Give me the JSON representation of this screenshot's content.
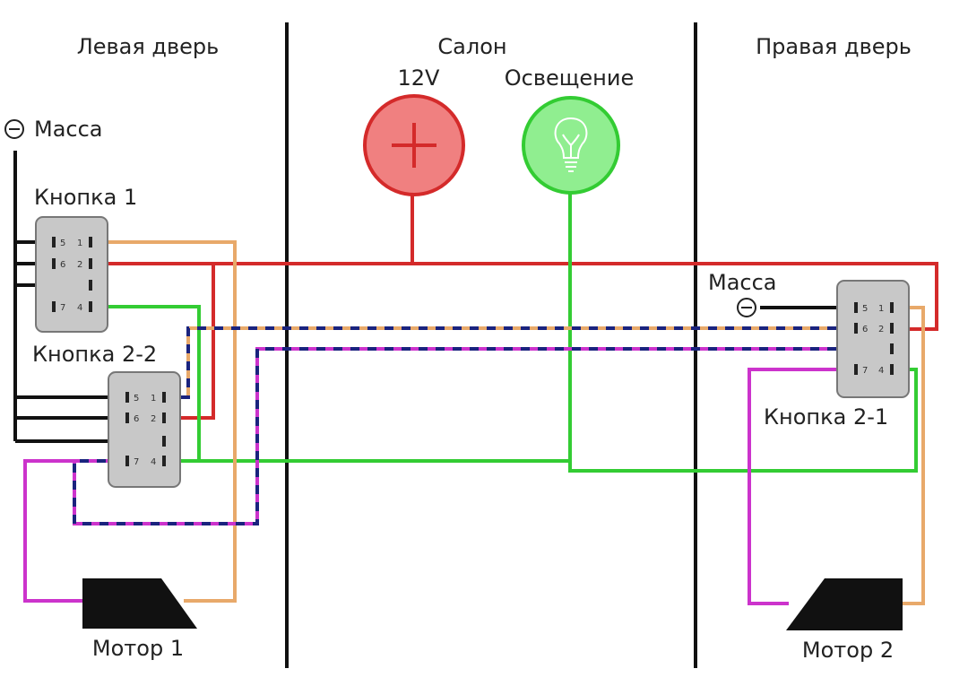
{
  "sections": {
    "left": "Левая дверь",
    "center": "Салон",
    "right": "Правая дверь"
  },
  "power": {
    "label": "12V",
    "symbol": "+"
  },
  "light": {
    "label": "Освещение"
  },
  "ground": {
    "left_label": "Масса",
    "right_label": "Масса",
    "symbol": "−"
  },
  "buttons": {
    "b1": "Кнопка 1",
    "b22": "Кнопка 2-2",
    "b21": "Кнопка 2-1"
  },
  "pins": {
    "p5": "5",
    "p1": "1",
    "p6": "6",
    "p2": "2",
    "p7": "7",
    "p4": "4"
  },
  "motors": {
    "m1": "Мотор 1",
    "m2": "Мотор 2"
  },
  "colors": {
    "power": "#d42a2a",
    "light": "#33cc33",
    "ground": "#111111",
    "orange": "#e8a96a",
    "navy": "#1a237e",
    "magenta": "#cc33cc",
    "switch_body": "#c8c8c8",
    "divider": "#111111"
  }
}
